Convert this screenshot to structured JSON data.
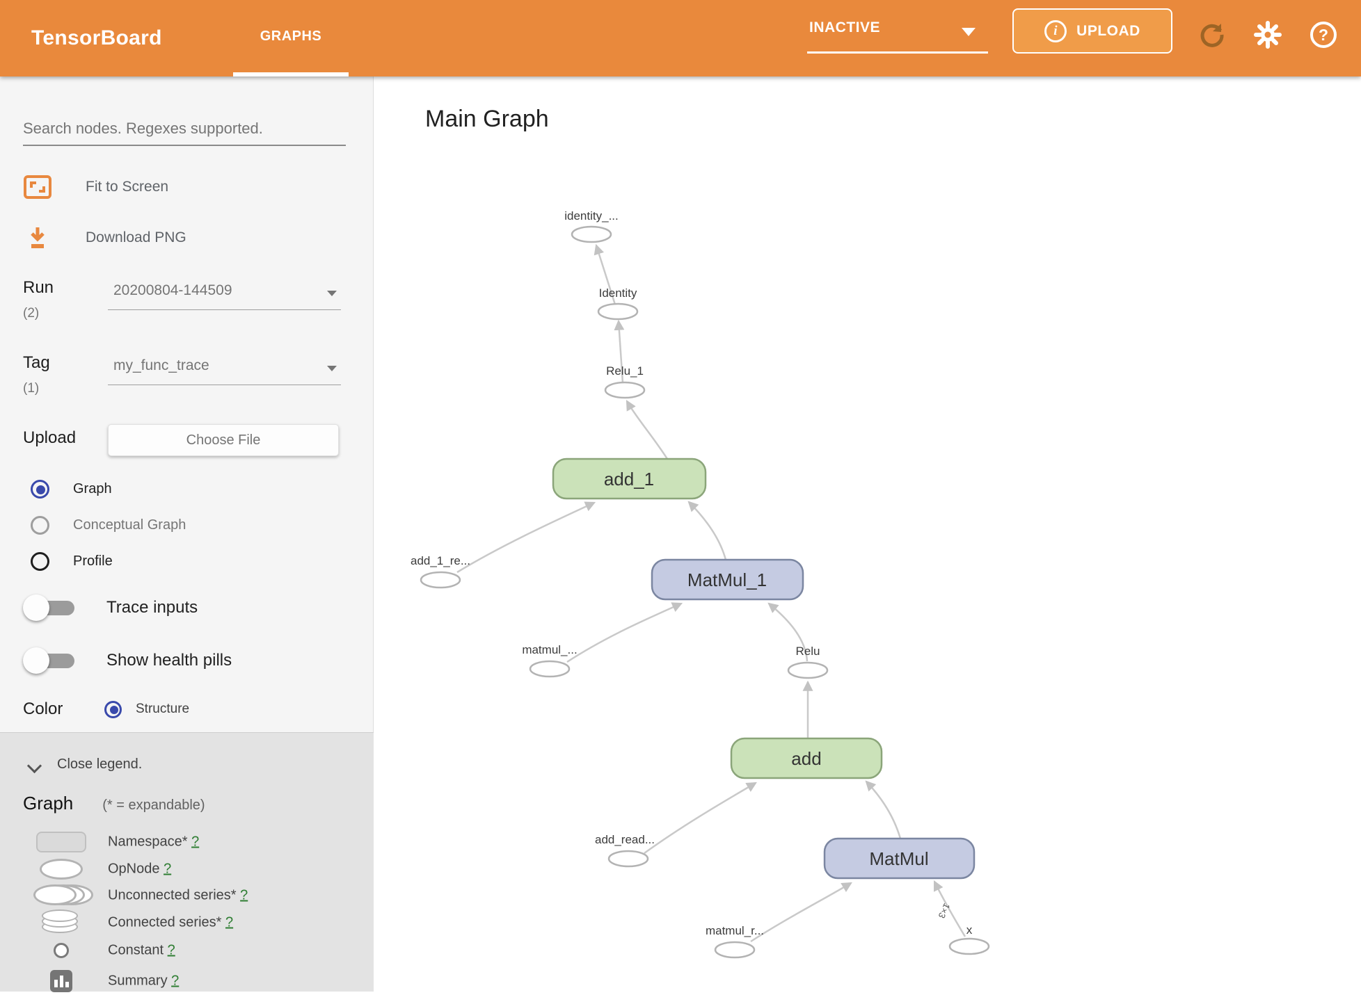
{
  "header": {
    "app_title": "TensorBoard",
    "tab": "GRAPHS",
    "status": "INACTIVE",
    "upload_label": "UPLOAD",
    "info_glyph": "i",
    "help_glyph": "?"
  },
  "sidebar": {
    "search_placeholder": "Search nodes. Regexes supported.",
    "fit_to_screen": "Fit to Screen",
    "download_png": "Download PNG",
    "run": {
      "label": "Run",
      "count": "(2)",
      "value": "20200804-144509"
    },
    "tag": {
      "label": "Tag",
      "count": "(1)",
      "value": "my_func_trace"
    },
    "upload": {
      "label": "Upload",
      "button": "Choose File"
    },
    "views": [
      {
        "label": "Graph",
        "selected": true
      },
      {
        "label": "Conceptual Graph",
        "selected": false
      },
      {
        "label": "Profile",
        "selected": false
      }
    ],
    "toggles": [
      {
        "label": "Trace inputs",
        "on": false
      },
      {
        "label": "Show health pills",
        "on": false
      }
    ],
    "color": {
      "label": "Color",
      "option": "Structure"
    }
  },
  "legend": {
    "close_label": "Close legend.",
    "section_title": "Graph",
    "expandable_note": "(* = expandable)",
    "items": [
      {
        "icon": "namespace-icon",
        "label": "Namespace*",
        "help": "?"
      },
      {
        "icon": "opnode-icon",
        "label": "OpNode",
        "help": "?"
      },
      {
        "icon": "unconnected-series-icon",
        "label": "Unconnected series*",
        "help": "?"
      },
      {
        "icon": "connected-series-icon",
        "label": "Connected series*",
        "help": "?"
      },
      {
        "icon": "constant-icon",
        "label": "Constant",
        "help": "?"
      },
      {
        "icon": "summary-icon",
        "label": "Summary",
        "help": "?"
      }
    ]
  },
  "main": {
    "title": "Main Graph",
    "graph": {
      "nodes": {
        "identity_out": "identity_...",
        "identity": "Identity",
        "relu_1": "Relu_1",
        "add_1": "add_1",
        "add_1_re": "add_1_re...",
        "matmul_1": "MatMul_1",
        "matmul_read": "matmul_...",
        "relu": "Relu",
        "add": "add",
        "add_read": "add_read...",
        "matmul": "MatMul",
        "matmul_r": "matmul_r...",
        "x": "x"
      },
      "edge_label": "1×3"
    }
  },
  "colors": {
    "header_orange": "#e9893c",
    "upload_button_orange": "#f09c49",
    "op_node_green_fill": "#cbe2b9",
    "op_node_green_border": "#8ba57a",
    "op_node_blue_fill": "#c5cbe2",
    "op_node_blue_border": "#7b86a1",
    "edge_gray": "#c9c9c9",
    "radio_selected_blue": "#3949ab",
    "help_link_green": "#2e7d32"
  }
}
